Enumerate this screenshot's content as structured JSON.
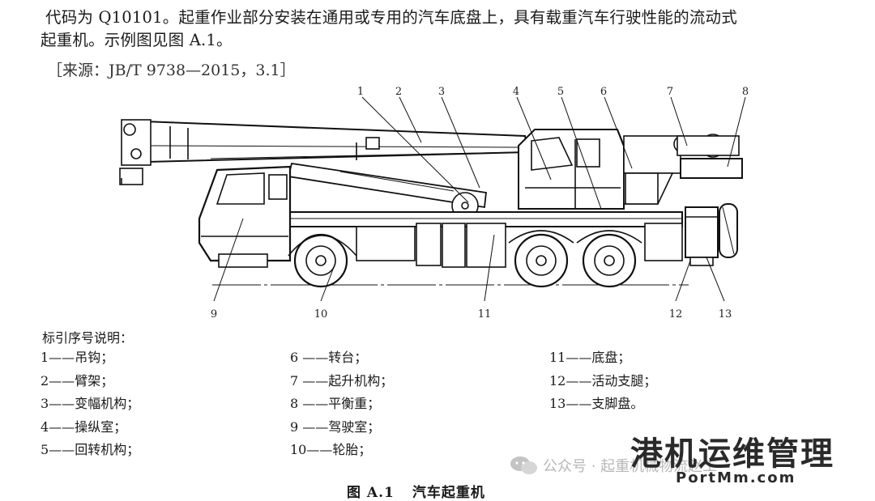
{
  "definition": {
    "line1": "代码为 Q10101。起重作业部分安装在通用或专用的汽车底盘上，具有载重汽车行驶性能的流动式",
    "line2": "起重机。示例图见图 A.1。",
    "source": "［来源：JB/T 9738—2015，3.1］"
  },
  "figure": {
    "callouts": [
      "1",
      "2",
      "3",
      "4",
      "5",
      "6",
      "7",
      "8",
      "9",
      "10",
      "11",
      "12",
      "13"
    ],
    "caption_number": "图 A.1",
    "caption_title": "汽车起重机"
  },
  "legend": {
    "title": "标引序号说明：",
    "column1": [
      {
        "num": "1——",
        "text": "吊钩；"
      },
      {
        "num": "2——",
        "text": "臂架；"
      },
      {
        "num": "3——",
        "text": "变幅机构；"
      },
      {
        "num": "4——",
        "text": "操纵室；"
      },
      {
        "num": "5——",
        "text": "回转机构；"
      }
    ],
    "column2": [
      {
        "num": "6 ——",
        "text": "转台；"
      },
      {
        "num": "7 ——",
        "text": "起升机构；"
      },
      {
        "num": "8 ——",
        "text": "平衡重；"
      },
      {
        "num": "9 ——",
        "text": "驾驶室；"
      },
      {
        "num": "10——",
        "text": "轮胎；"
      }
    ],
    "column3": [
      {
        "num": "11——",
        "text": "底盘；"
      },
      {
        "num": "12——",
        "text": "活动支腿；"
      },
      {
        "num": "13——",
        "text": "支脚盘。"
      }
    ]
  },
  "watermark": {
    "account": "公众号 · 起重机械物流赵工",
    "brand": "港机运维管理",
    "domain": "PortMm.com"
  }
}
